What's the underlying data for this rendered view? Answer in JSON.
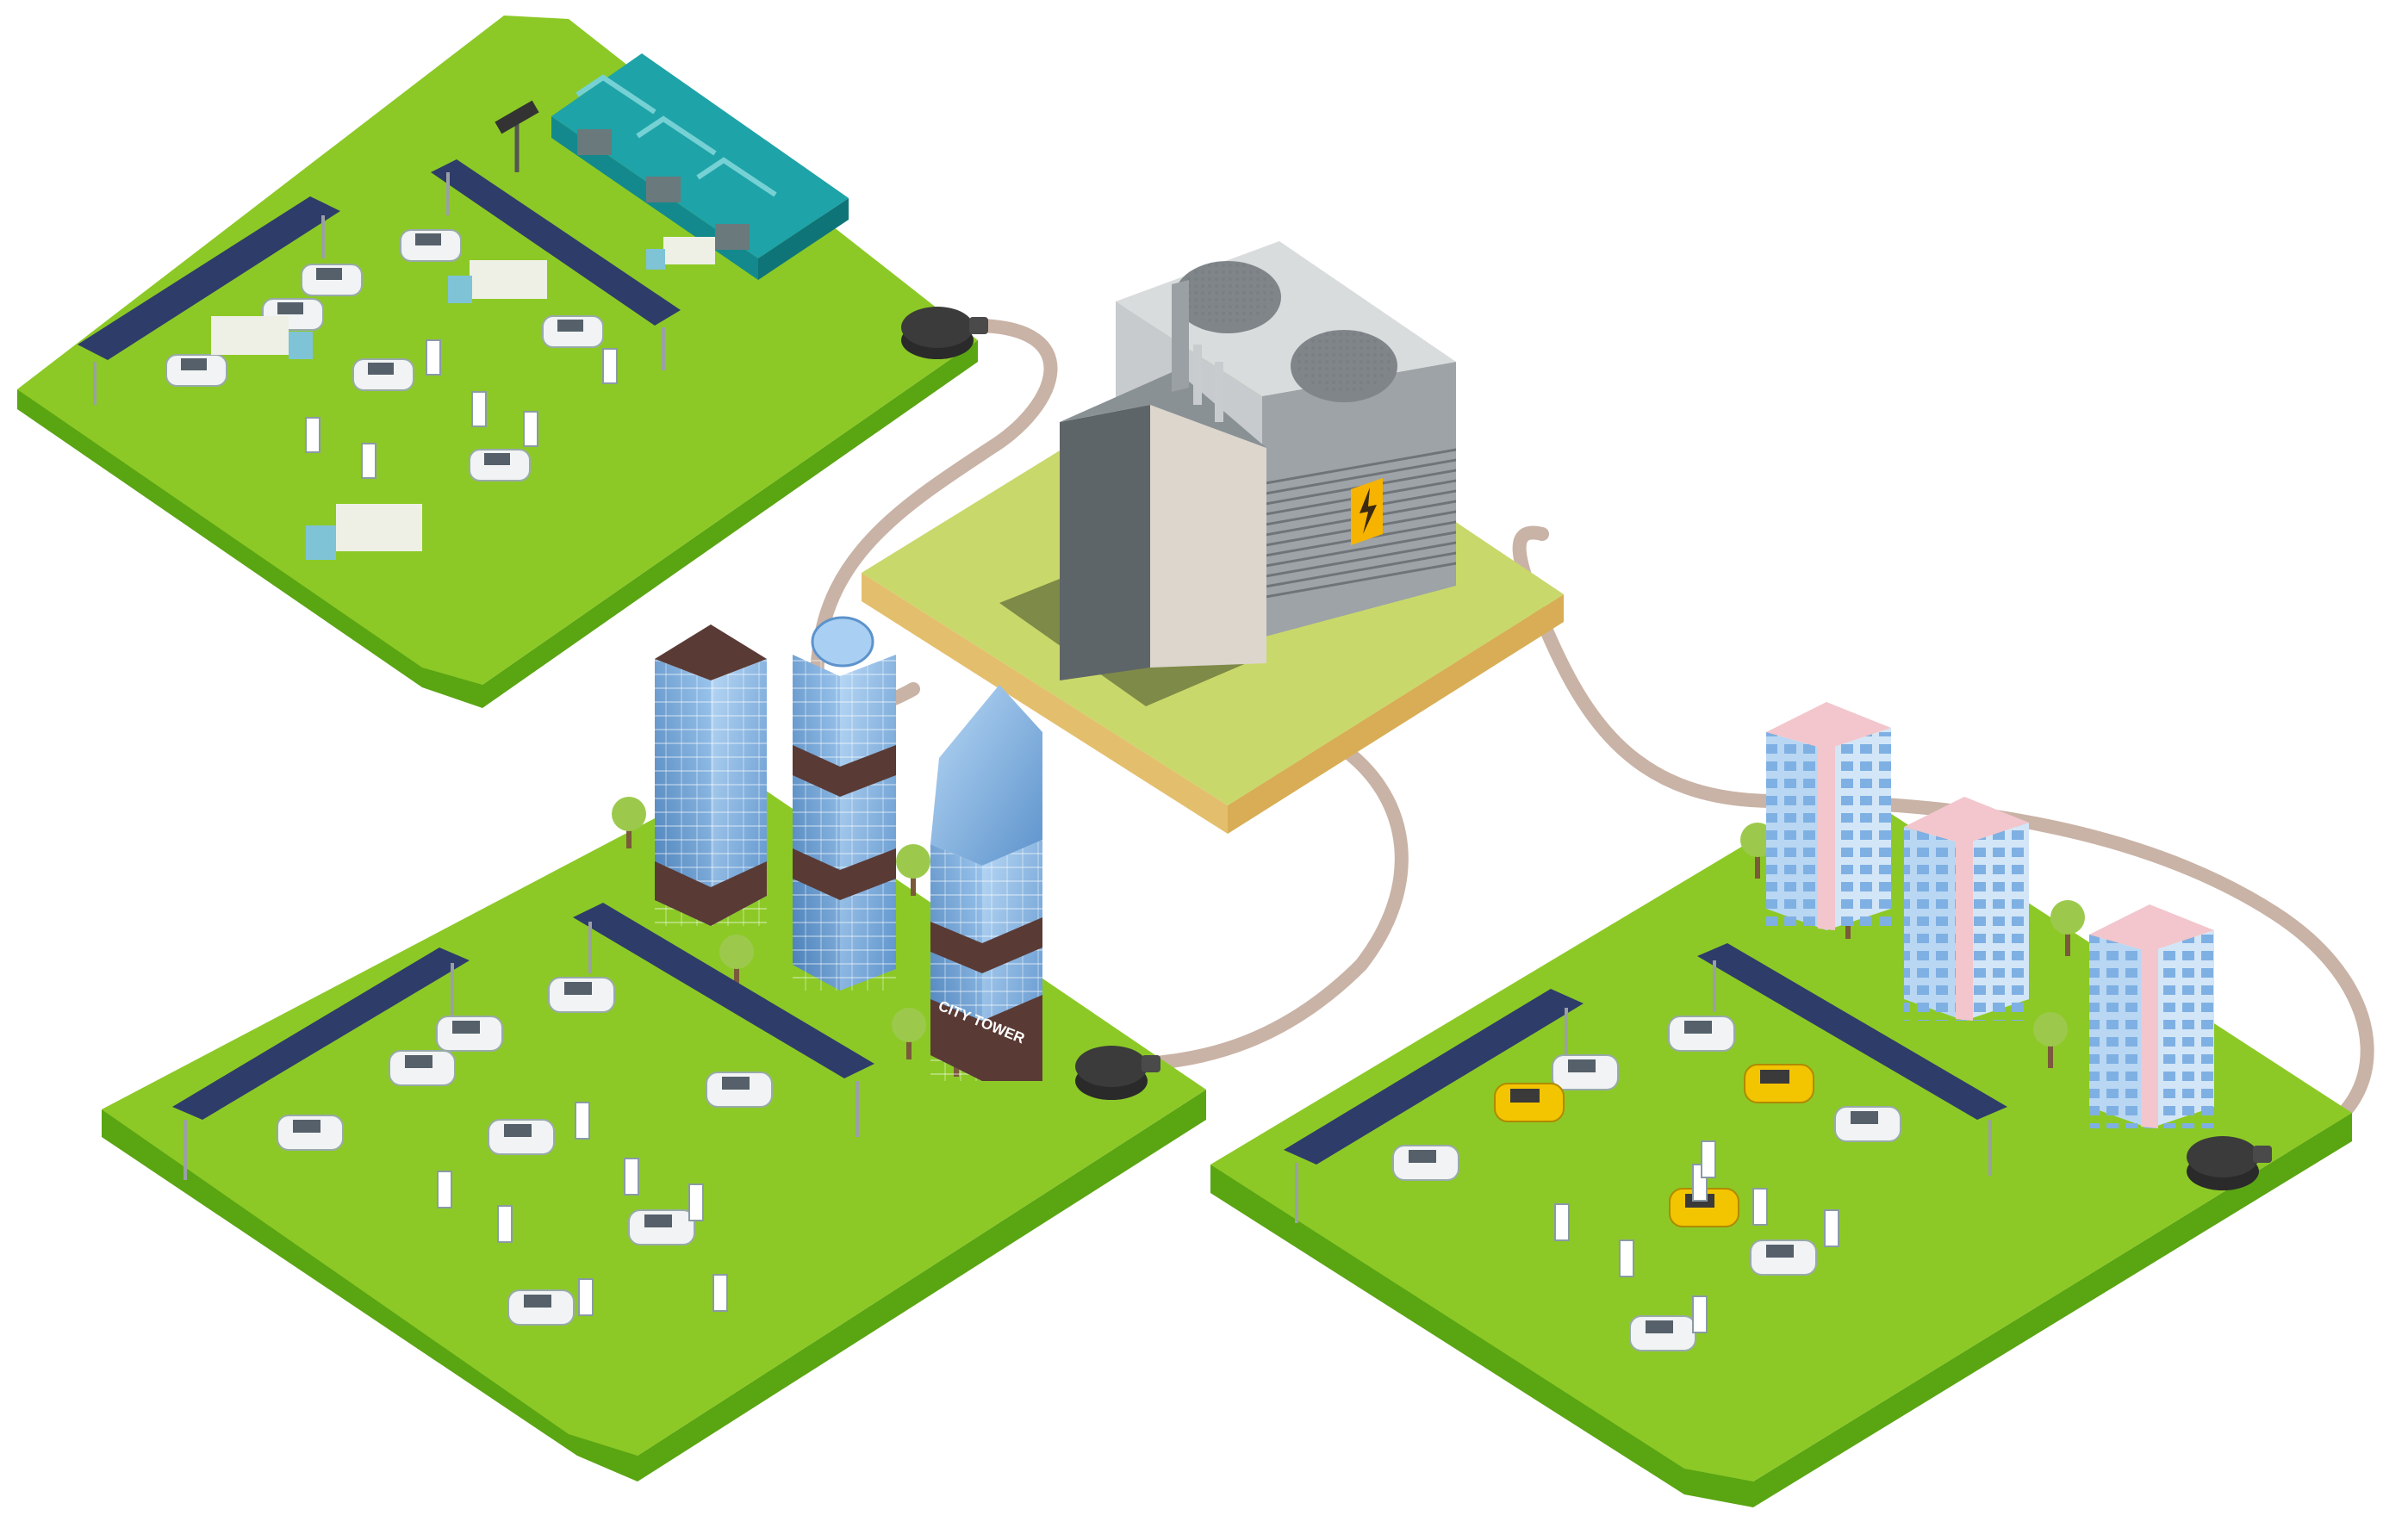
{
  "colors": {
    "grass_top": "#8cc926",
    "grass_side": "#5aa512",
    "grass_shadow": "#4e9610",
    "tile_top": "#c9d86a",
    "tile_side": "#e3bf6d",
    "cable": "#c9b3a6",
    "plug": "#3b3b3b",
    "solar_panel": "#2e3c6a",
    "glass": "#8fbde8",
    "glass_dark": "#5d93cc",
    "tower_band": "#5a3a34",
    "residential_roof": "#f2c6cc",
    "warehouse_roof": "#1ea3a8",
    "power_plant_grey": "#8f9598",
    "hazard_yellow": "#f6b300",
    "car_white": "#f1f3f4",
    "car_yellow": "#f3c400"
  },
  "scene": {
    "islands": [
      {
        "name": "logistics-depot",
        "icon": "warehouse-icon"
      },
      {
        "name": "business-district",
        "icon": "office-tower-icon"
      },
      {
        "name": "residential-area",
        "icon": "apartment-icon"
      }
    ],
    "hub": {
      "name": "power-plant",
      "icon": "lightning-bolt-icon"
    },
    "building_sign": "CITY TOWER"
  }
}
